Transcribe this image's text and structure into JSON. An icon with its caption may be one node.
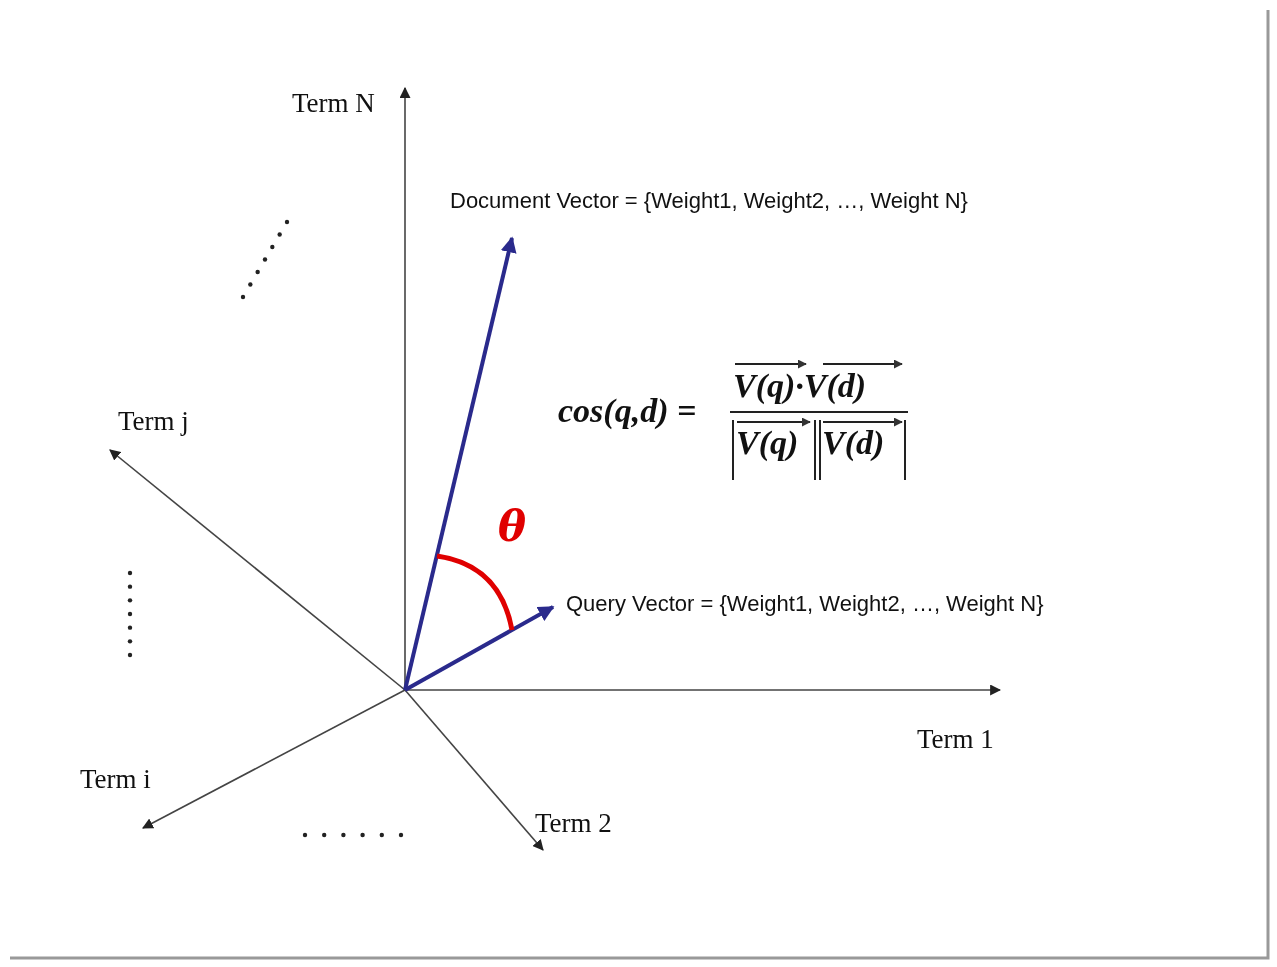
{
  "diagram": {
    "labels": [
      "Term N",
      "Document Vector = {Weight1, Weight2, …, Weight N}",
      "Term j",
      "cos(q,d) =",
      "V(q)·V(d)",
      "V(q)",
      "V(d)",
      "θ",
      "Query Vector = {Weight1, Weight2, …, Weight N}",
      "Term 1",
      "Term i",
      "Term 2"
    ]
  }
}
